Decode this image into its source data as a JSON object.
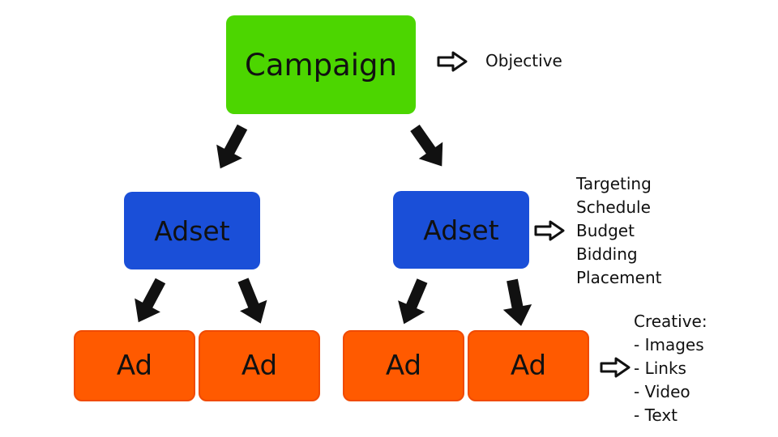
{
  "campaign": {
    "label": "Campaign"
  },
  "adsets": [
    {
      "label": "Adset"
    },
    {
      "label": "Adset"
    }
  ],
  "ads": [
    {
      "label": "Ad"
    },
    {
      "label": "Ad"
    },
    {
      "label": "Ad"
    },
    {
      "label": "Ad"
    }
  ],
  "notes": {
    "objective": "Objective",
    "adset_items": [
      "Targeting",
      "Schedule",
      "Budget",
      "Bidding",
      "Placement"
    ],
    "creative_items": [
      "Creative:",
      "- Images",
      "- Links",
      "- Video",
      "- Text"
    ]
  },
  "colors": {
    "campaign": "#4cd600",
    "adset": "#1a4fd8",
    "ad": "#ff5a00"
  }
}
